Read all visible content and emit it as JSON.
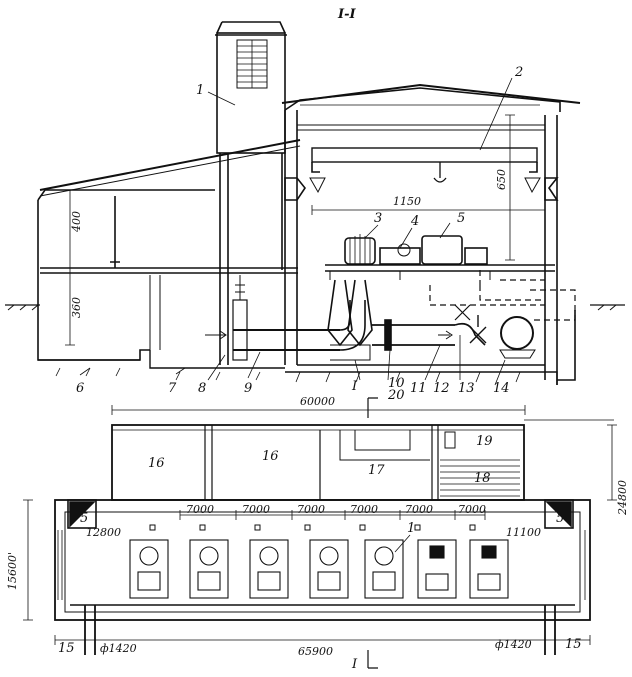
{
  "section_title": "I-I",
  "callouts": [
    "1",
    "2",
    "3",
    "4",
    "5",
    "6",
    "7",
    "8",
    "9",
    "10",
    "11",
    "12",
    "13",
    "14",
    "15"
  ],
  "section_callouts": {
    "c1": "1",
    "c2": "2",
    "c3": "3",
    "c4": "4",
    "c5": "5",
    "c6": "6",
    "c7": "7",
    "c8": "8",
    "c9": "9",
    "c10": "10",
    "c11": "11",
    "c12": "12",
    "c13": "13",
    "c14": "14",
    "c20": "20"
  },
  "section_dimensions": {
    "d400": "400",
    "d360": "360",
    "d1150": "1150",
    "d650": "650"
  },
  "plan_dimensions": {
    "overall_upper": "60000",
    "overall_lower": "65900",
    "height_right": "24800",
    "height_left": "15600'",
    "bay": "7000",
    "left_offset": "12800",
    "right_offset": "11100",
    "pipe_left": "ф1420",
    "pipe_right": "ф1420"
  },
  "rooms": {
    "r16a": "16",
    "r16b": "16",
    "r17": "17",
    "r18": "18",
    "r19": "19",
    "r5a": "5",
    "r5b": "5"
  },
  "plan_callouts": {
    "p1": "1",
    "p15a": "15",
    "p15b": "15"
  },
  "cut_marks": {
    "top": "I",
    "bottom": "I"
  }
}
